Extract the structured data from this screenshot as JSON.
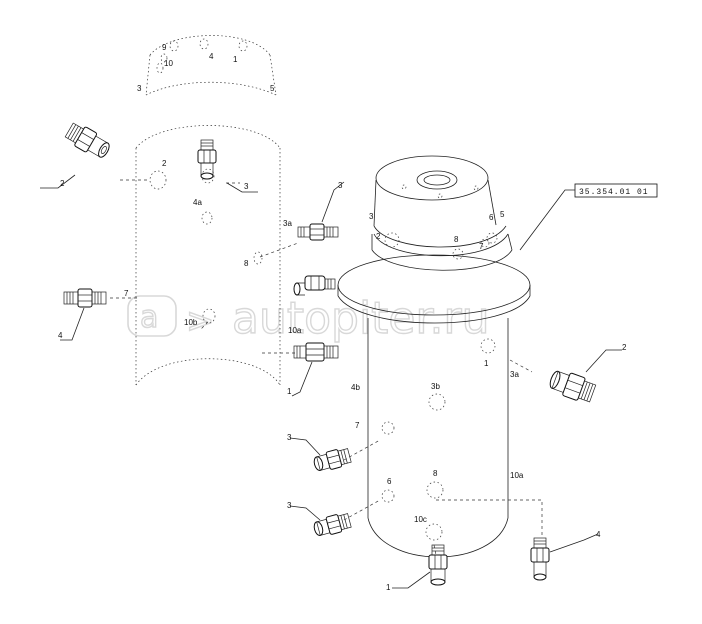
{
  "watermark": "autopiter.ru",
  "reference_box": "35.354.01 01",
  "labels": {
    "l_9": "9",
    "l_10": "10",
    "l_4": "4",
    "l_1": "1",
    "l_3": "3",
    "l_5": "5",
    "l_2": "2",
    "l_4a": "4a",
    "l_3a": "3a",
    "l_8": "8",
    "l_7": "7",
    "l_10b": "10b",
    "l_10a": "10a",
    "c_2": "2",
    "c_3": "3",
    "c_4": "4",
    "c_1": "1",
    "r_3": "3",
    "r_2": "2",
    "r_6": "6",
    "r_5": "5",
    "r_8": "8",
    "r_7": "7",
    "r_1": "1",
    "r_3a": "3a",
    "r_4b": "4b",
    "r_3b": "3b",
    "r_7b": "7",
    "r_8b": "8",
    "r_6b": "6",
    "r_10a": "10a",
    "r_10c": "10c",
    "c_3b": "3",
    "c_1b": "1",
    "c_2b": "2",
    "c_3c": "3",
    "c_3d": "3",
    "c_1c": "1",
    "c_4b": "4"
  }
}
